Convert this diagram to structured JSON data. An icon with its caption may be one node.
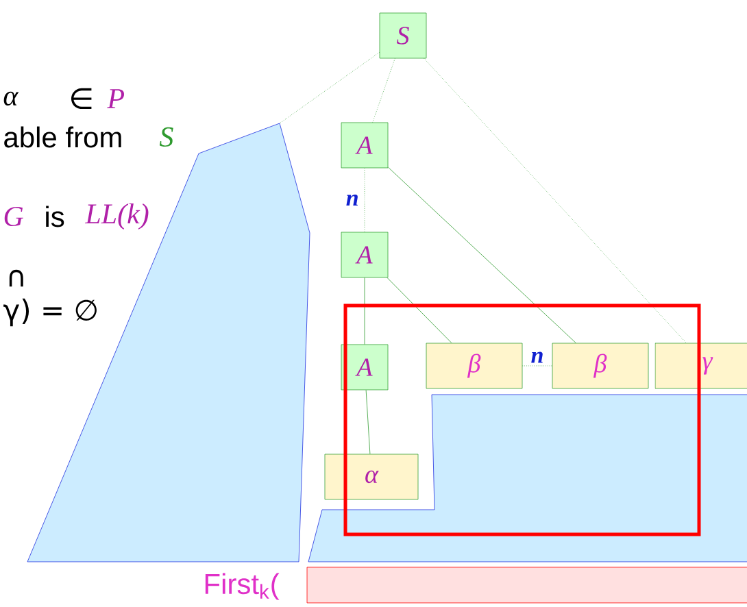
{
  "diagram": {
    "nodes": [
      {
        "text": [
          "S"
        ]
      },
      {
        "text": [
          "A"
        ]
      },
      {
        "text": [
          "A"
        ]
      },
      {
        "text": [
          "A"
        ]
      },
      {
        "text": [
          "β"
        ]
      },
      {
        "text": [
          "β"
        ]
      },
      {
        "text": [
          "γ"
        ]
      },
      {
        "text": [
          "α"
        ]
      },
      {
        "text": [],
        "shape": "polygon"
      }
    ],
    "edges": [
      {
        "from": 0,
        "to": 8,
        "arrow": "none",
        "style": "dashed"
      },
      {
        "from": 0,
        "to": 1,
        "arrow": "none",
        "style": "dashed"
      },
      {
        "from": 0,
        "to": 6,
        "arrow": "none",
        "style": "dashed"
      },
      {
        "from": 1,
        "to": 2,
        "arrow": "none",
        "style": "dashed",
        "label": "n"
      },
      {
        "from": 1,
        "to": 5,
        "arrow": "none"
      },
      {
        "from": 2,
        "to": 4,
        "arrow": "none"
      },
      {
        "from": 2,
        "to": 3,
        "arrow": "none"
      },
      {
        "from": 3,
        "to": 7,
        "arrow": "none"
      },
      {
        "from": 4,
        "to": 5,
        "arrow": "none",
        "style": "dashed",
        "label": "n"
      }
    ],
    "labels": [
      "α",
      "∈",
      "P",
      "able from",
      "S",
      "G",
      "is",
      "LL(k)",
      "∩",
      "γ) = ∅",
      "First$_{k}$("
    ]
  }
}
